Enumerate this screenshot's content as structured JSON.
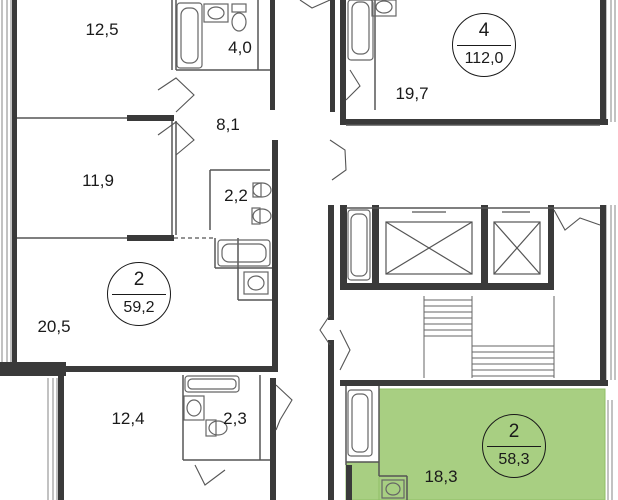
{
  "colors": {
    "wall": "#3a3a3a",
    "thin_line": "#555555",
    "window": "#9a9a9a",
    "highlight_fill": "#a8cf82",
    "highlight_stroke": "#8fbf66",
    "fixture": "#666666"
  },
  "rooms": {
    "r12_5": "12,5",
    "r4_0": "4,0",
    "r8_1": "8,1",
    "r11_9": "11,9",
    "r2_2": "2,2",
    "r20_5": "20,5",
    "r2_3": "2,3",
    "r12_4": "12,4",
    "r19_7": "19,7",
    "r18_3": "18,3"
  },
  "apartments": {
    "apt_left": {
      "rooms": "2",
      "total": "59,2"
    },
    "apt_top_right": {
      "rooms": "4",
      "total": "112,0"
    },
    "apt_selected": {
      "rooms": "2",
      "total": "58,3"
    }
  },
  "icons": [
    "bathtub-icon",
    "toilet-icon",
    "sink-icon",
    "elevator-icon",
    "stairs-icon",
    "door-swing-icon"
  ]
}
